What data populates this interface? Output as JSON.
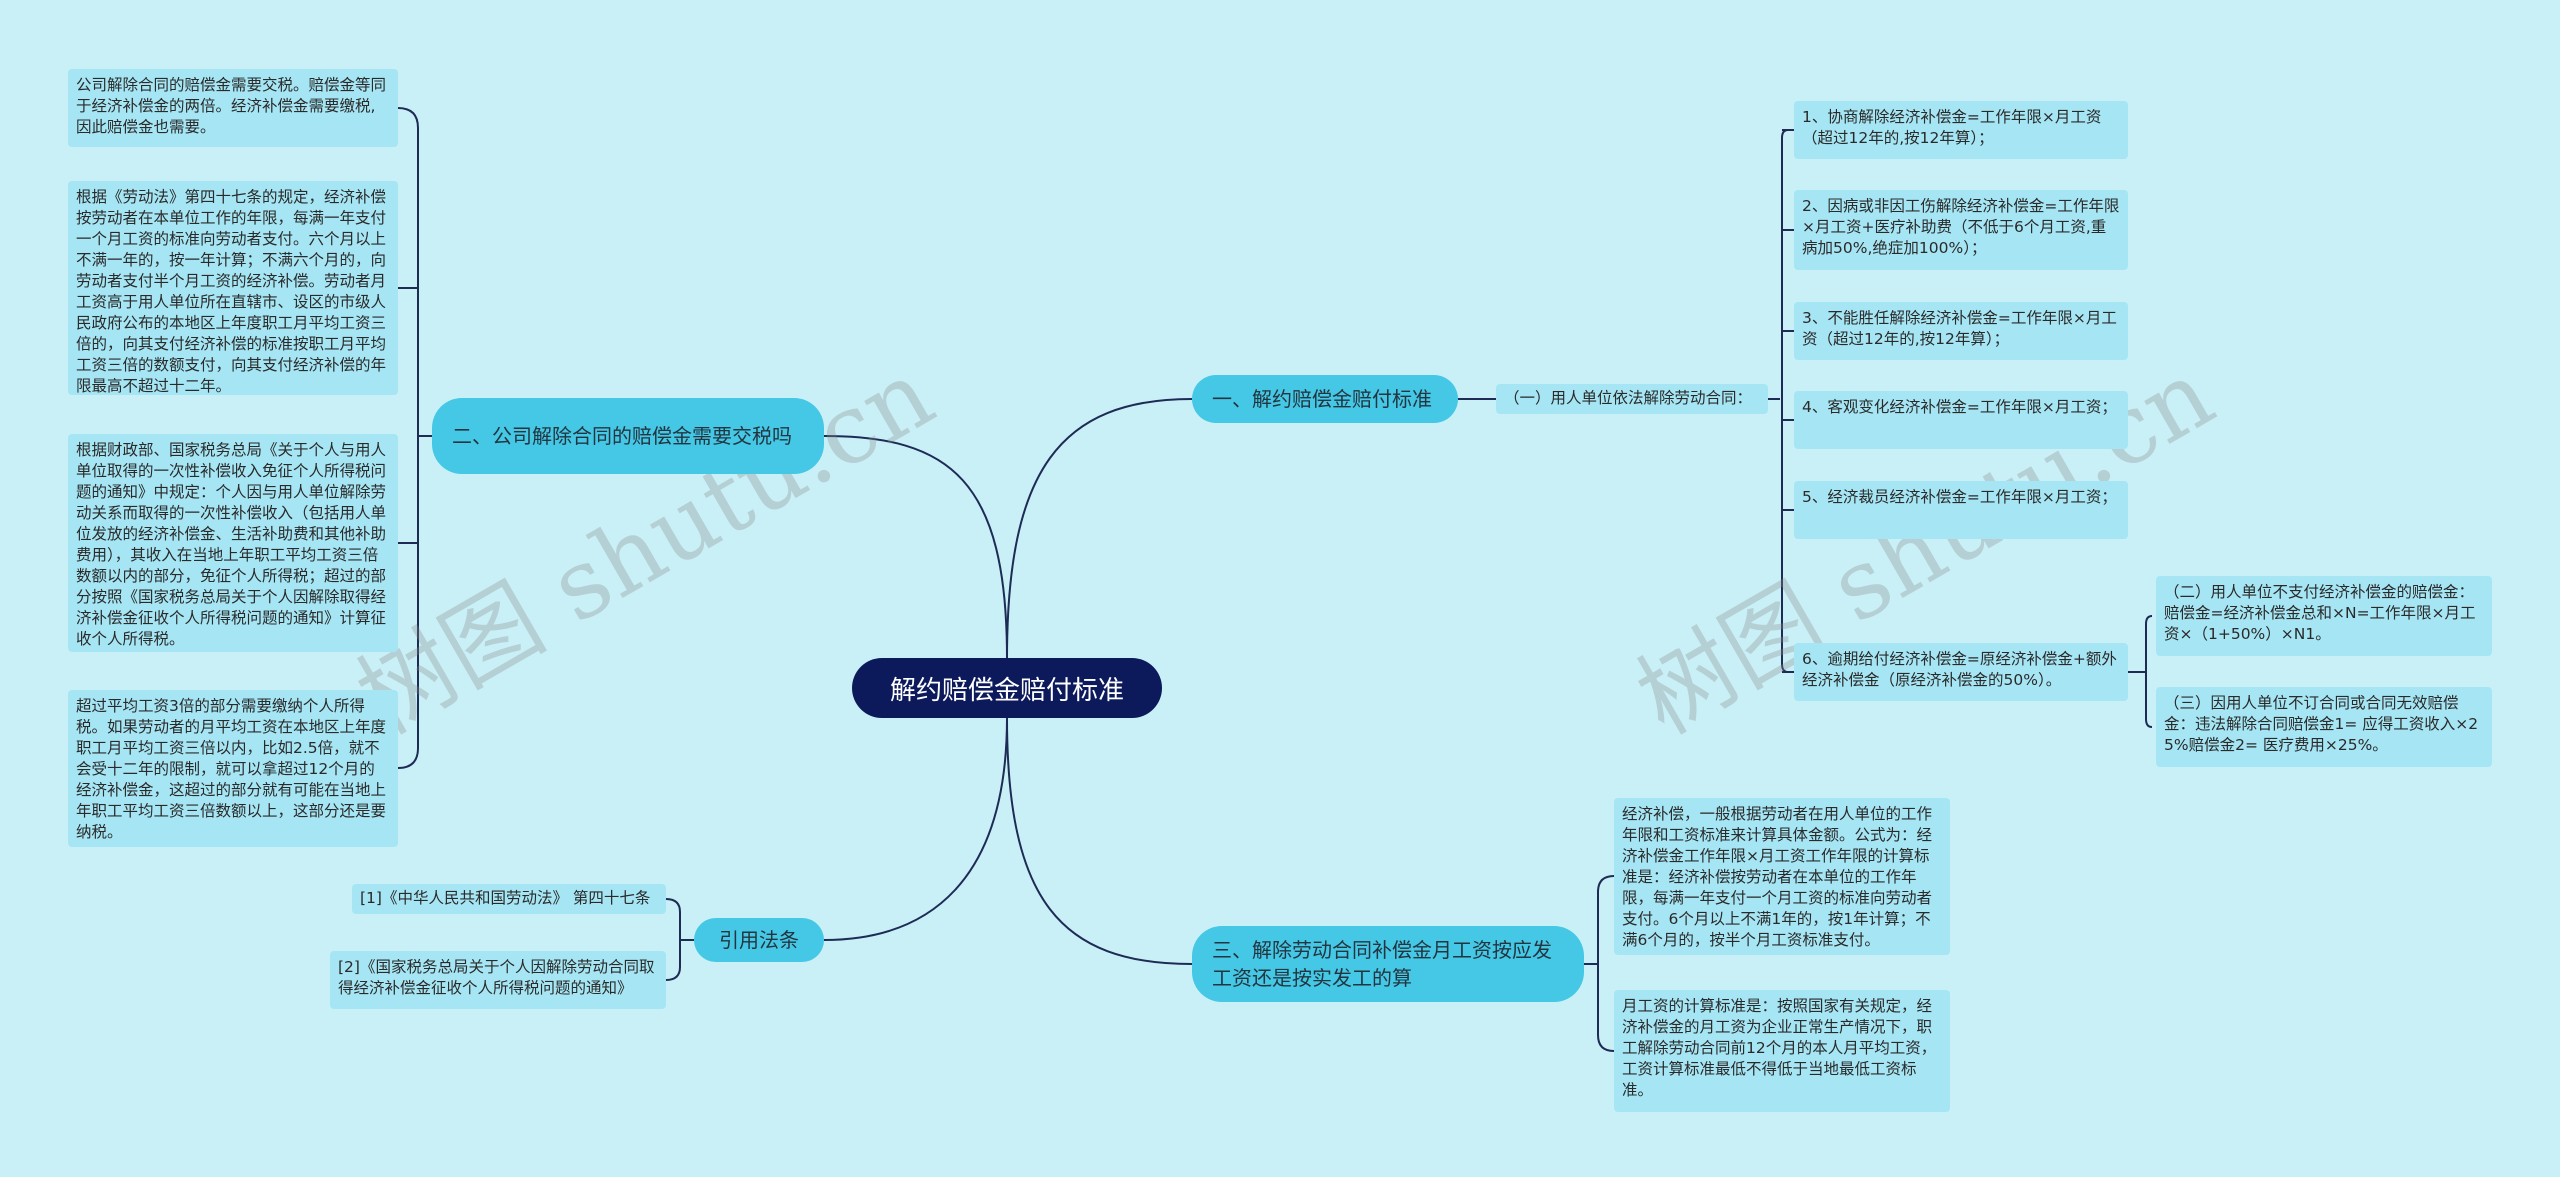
{
  "root": {
    "label": "解约赔偿金赔付标准"
  },
  "branch1": {
    "label": "一、解约赔偿金赔付标准",
    "sub": "（一）用人单位依法解除劳动合同：",
    "items": [
      "1、协商解除经济补偿金=工作年限×月工资（超过12年的,按12年算）；",
      "2、因病或非因工伤解除经济补偿金=工作年限×月工资+医疗补助费（不低于6个月工资,重病加50%,绝症加100%）；",
      "3、不能胜任解除经济补偿金=工作年限×月工资（超过12年的,按12年算）；",
      "4、客观变化经济补偿金=工作年限×月工资；",
      "5、经济裁员经济补偿金=工作年限×月工资；",
      "6、逾期给付经济补偿金=原经济补偿金+额外经济补偿金（原经济补偿金的50%）。"
    ],
    "extra": [
      "（二）用人单位不支付经济补偿金的赔偿金：赔偿金=经济补偿金总和×N=工作年限×月工资×（1+50%）×N1。",
      "（三）因用人单位不订合同或合同无效赔偿金：违法解除合同赔偿金1= 应得工资收入×25%赔偿金2= 医疗费用×25%。"
    ]
  },
  "branch2": {
    "label": "二、公司解除合同的赔偿金需要交税吗",
    "items": [
      "公司解除合同的赔偿金需要交税。赔偿金等同于经济补偿金的两倍。经济补偿金需要缴税,因此赔偿金也需要。",
      "根据《劳动法》第四十七条的规定，经济补偿按劳动者在本单位工作的年限，每满一年支付一个月工资的标准向劳动者支付。六个月以上不满一年的，按一年计算；不满六个月的，向劳动者支付半个月工资的经济补偿。劳动者月工资高于用人单位所在直辖市、设区的市级人民政府公布的本地区上年度职工月平均工资三倍的，向其支付经济补偿的标准按职工月平均工资三倍的数额支付，向其支付经济补偿的年限最高不超过十二年。",
      "根据财政部、国家税务总局《关于个人与用人单位取得的一次性补偿收入免征个人所得税问题的通知》中规定：个人因与用人单位解除劳动关系而取得的一次性补偿收入（包括用人单位发放的经济补偿金、生活补助费和其他补助费用），其收入在当地上年职工平均工资三倍数额以内的部分，免征个人所得税；超过的部分按照《国家税务总局关于个人因解除取得经济补偿金征收个人所得税问题的通知》计算征收个人所得税。",
      "超过平均工资3倍的部分需要缴纳个人所得税。如果劳动者的月平均工资在本地区上年度职工月平均工资三倍以内，比如2.5倍，就不会受十二年的限制，就可以拿超过12个月的经济补偿金，这超过的部分就有可能在当地上年职工平均工资三倍数额以上，这部分还是要纳税。"
    ]
  },
  "branch3": {
    "label": "三、解除劳动合同补偿金月工资按应发工资还是按实发工的算",
    "items": [
      "经济补偿，一般根据劳动者在用人单位的工作年限和工资标准来计算具体金额。公式为：经济补偿金工作年限×月工资工作年限的计算标准是：经济补偿按劳动者在本单位的工作年限，每满一年支付一个月工资的标准向劳动者支付。6个月以上不满1年的，按1年计算；不满6个月的，按半个月工资标准支付。",
      "月工资的计算标准是：按照国家有关规定，经济补偿金的月工资为企业正常生产情况下，职工解除劳动合同前12个月的本人月平均工资，工资计算标准最低不得低于当地最低工资标准。"
    ]
  },
  "branch4": {
    "label": "引用法条",
    "items": [
      "[1]《中华人民共和国劳动法》 第四十七条",
      "[2]《国家税务总局关于个人因解除劳动合同取得经济补偿金征收个人所得税问题的通知》"
    ]
  },
  "watermark": [
    "树图 shutu.cn",
    "树图 shutu.cn"
  ],
  "colors": {
    "background": "#c9f0f7",
    "root": "#0c1a5c",
    "main": "#45c7e6",
    "leaf": "#a6e6f4",
    "line": "#1d2b55"
  }
}
